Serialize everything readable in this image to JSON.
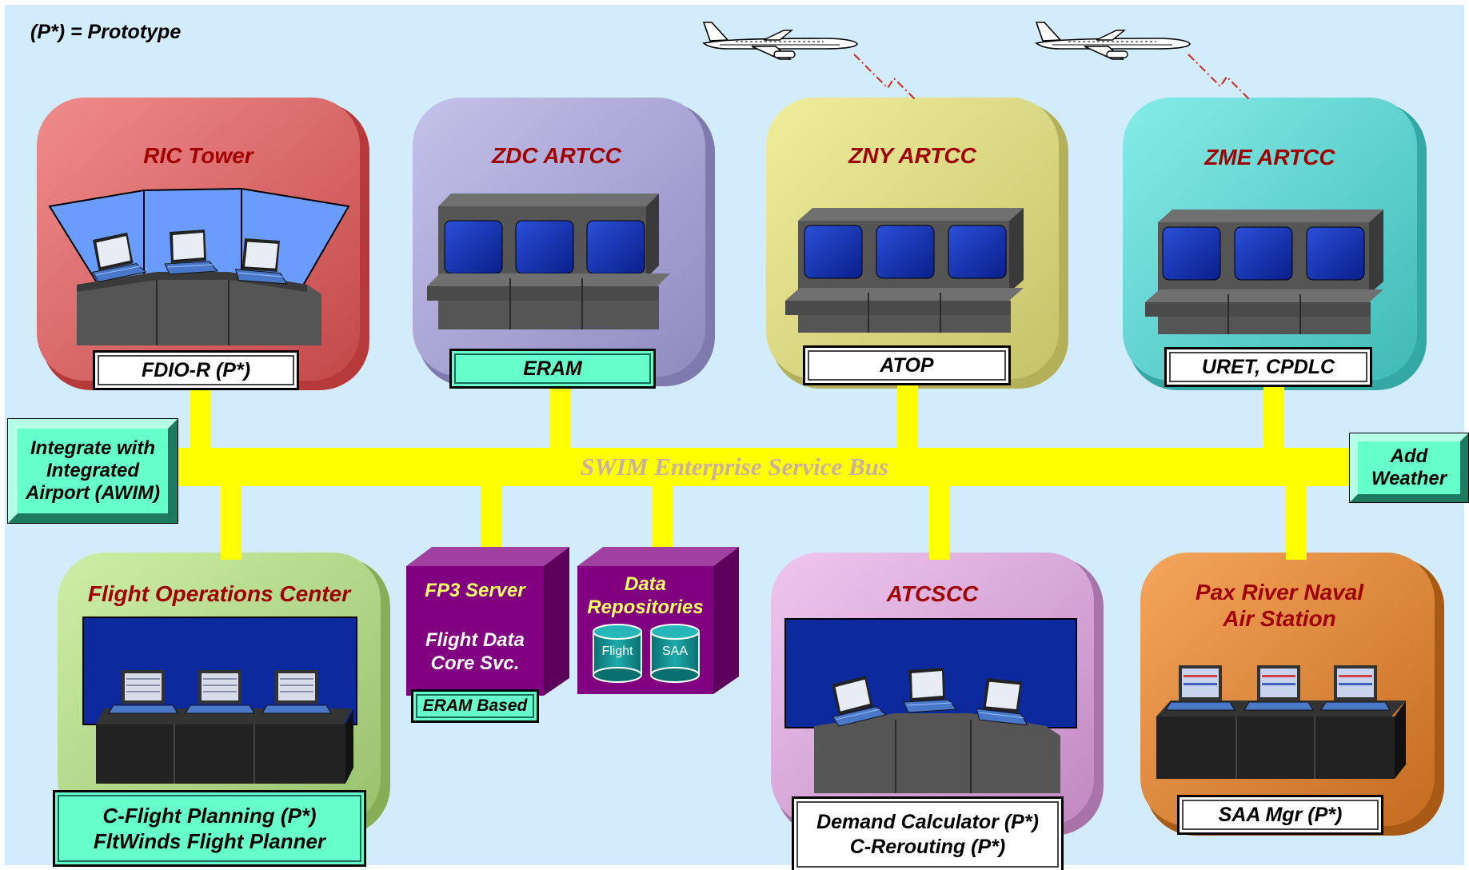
{
  "legend": "(P*) = Prototype",
  "bus": {
    "label": "SWIM Enterprise Service Bus"
  },
  "left_box": {
    "text": "Integrate with Integrated Airport (AWIM)"
  },
  "right_box": {
    "text": "Add Weather"
  },
  "facilities": [
    {
      "id": "ric",
      "title": "RIC Tower",
      "label": "FDIO-R (P*)",
      "color": "#e06a6a"
    },
    {
      "id": "zdc",
      "title": "ZDC ARTCC",
      "label": "ERAM",
      "color": "#aaa6d6"
    },
    {
      "id": "zny",
      "title": "ZNY ARTCC",
      "label": "ATOP",
      "color": "#dfdc86"
    },
    {
      "id": "zme",
      "title": "ZME ARTCC",
      "label": "URET, CPDLC",
      "color": "#5fd6d2"
    },
    {
      "id": "foc",
      "title": "Flight Operations Center",
      "label_line1": "C-Flight Planning (P*)",
      "label_line2": "FltWinds Flight Planner",
      "color": "#b4d98a"
    },
    {
      "id": "atcscc",
      "title": "ATCSCC",
      "label_line1": "Demand Calculator (P*)",
      "label_line2": "C-Rerouting (P*)",
      "color": "#d9a8d9"
    },
    {
      "id": "pax",
      "title_line1": "Pax River Naval",
      "title_line2": "Air Station",
      "label": "SAA Mgr (P*)",
      "color": "#e0883a"
    }
  ],
  "fp3": {
    "title": "FP3 Server",
    "line1": "Flight Data",
    "line2": "Core Svc.",
    "label": "ERAM Based"
  },
  "repos": {
    "line1": "Data",
    "line2": "Repositories",
    "db1": "Flight",
    "db2": "SAA"
  },
  "colors": {
    "background": "#d2ecfb",
    "bus": "#ffff00",
    "server_purple": "#800080",
    "title_red": "#a00000",
    "label_mint": "#66ffcc"
  },
  "icons": [
    "airplane-icon",
    "console-icon",
    "laptop-icon",
    "database-icon"
  ]
}
